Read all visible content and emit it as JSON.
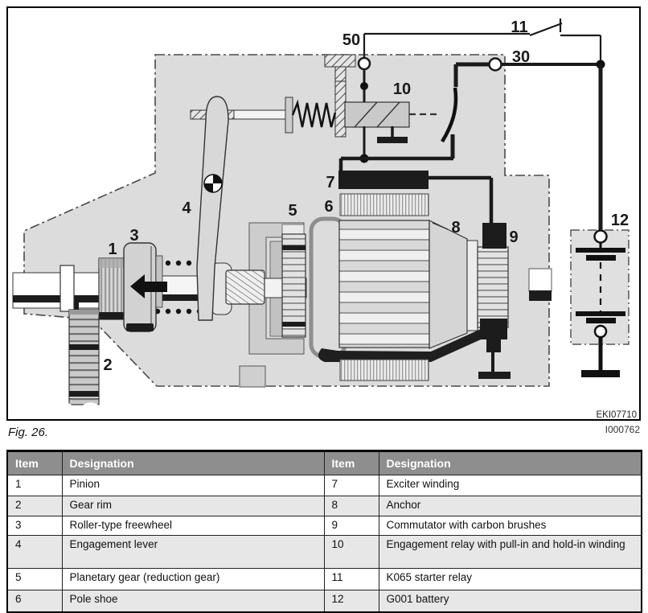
{
  "figure": {
    "caption": "Fig. 26.",
    "image_code": "EKI07710",
    "doc_code": "I000762",
    "callouts": {
      "n1": "1",
      "n2": "2",
      "n3": "3",
      "n4": "4",
      "n5": "5",
      "n6": "6",
      "n7": "7",
      "n8": "8",
      "n9": "9",
      "n10": "10",
      "n11": "11",
      "n12": "12"
    },
    "terminals": {
      "t50": "50",
      "t30": "30"
    }
  },
  "table": {
    "headers": [
      "Item",
      "Designation",
      "Item",
      "Designation"
    ],
    "rows": [
      [
        "1",
        "Pinion",
        "7",
        "Exciter winding"
      ],
      [
        "2",
        "Gear rim",
        "8",
        "Anchor"
      ],
      [
        "3",
        "Roller-type freewheel",
        "9",
        "Commutator with carbon brushes"
      ],
      [
        "4",
        "Engagement lever",
        "10",
        "Engagement relay with pull-in and hold-in winding"
      ],
      [
        "5",
        "Planetary gear (reduction gear)",
        "11",
        "K065 starter relay"
      ],
      [
        "6",
        "Pole shoe",
        "12",
        "G001 battery"
      ]
    ]
  },
  "colors": {
    "table_header_bg": "#8e8e8e",
    "row_alt_bg": "#e7e7e7",
    "housing_fill": "#dcdcdc",
    "line_black": "#1a1a1a"
  }
}
